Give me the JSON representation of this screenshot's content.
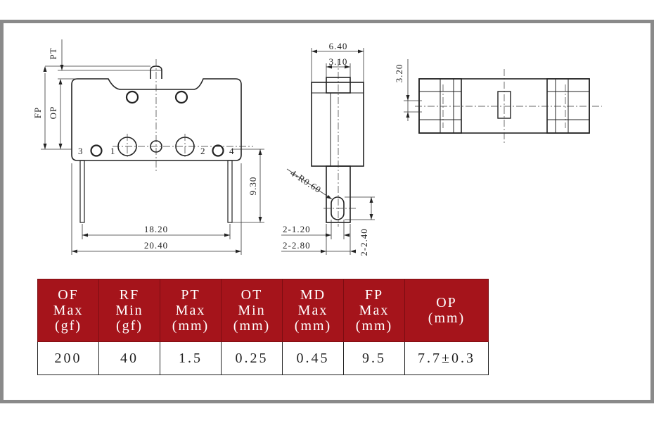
{
  "diagram": {
    "labels": {
      "pt": "PT",
      "fp": "FP",
      "op": "OP",
      "pin3": "3",
      "pin1": "1",
      "pin2": "2",
      "pin4": "4",
      "dim_9_30": "9.30",
      "dim_18_20": "18.20",
      "dim_20_40": "20.40",
      "dim_6_40": "6.40",
      "dim_3_10": "3.10",
      "dim_r060": "4-R0.60",
      "dim_2_120": "2-1.20",
      "dim_2_280": "2-2.80",
      "dim_2_240": "2-2.40",
      "dim_3_20": "3.20"
    }
  },
  "table": {
    "headers": [
      [
        "OF",
        "Max",
        "(gf)"
      ],
      [
        "RF",
        "Min",
        "(gf)"
      ],
      [
        "PT",
        "Max",
        "(mm)"
      ],
      [
        "OT",
        "Min",
        "(mm)"
      ],
      [
        "MD",
        "Max",
        "(mm)"
      ],
      [
        "FP",
        "Max",
        "(mm)"
      ],
      [
        "OP",
        "(mm)"
      ]
    ],
    "values": [
      "200",
      "40",
      "1.5",
      "0.25",
      "0.45",
      "9.5",
      "7.7±0.3"
    ]
  },
  "colors": {
    "header_bg": "#a5141b",
    "frame": "#8a8a8a"
  }
}
